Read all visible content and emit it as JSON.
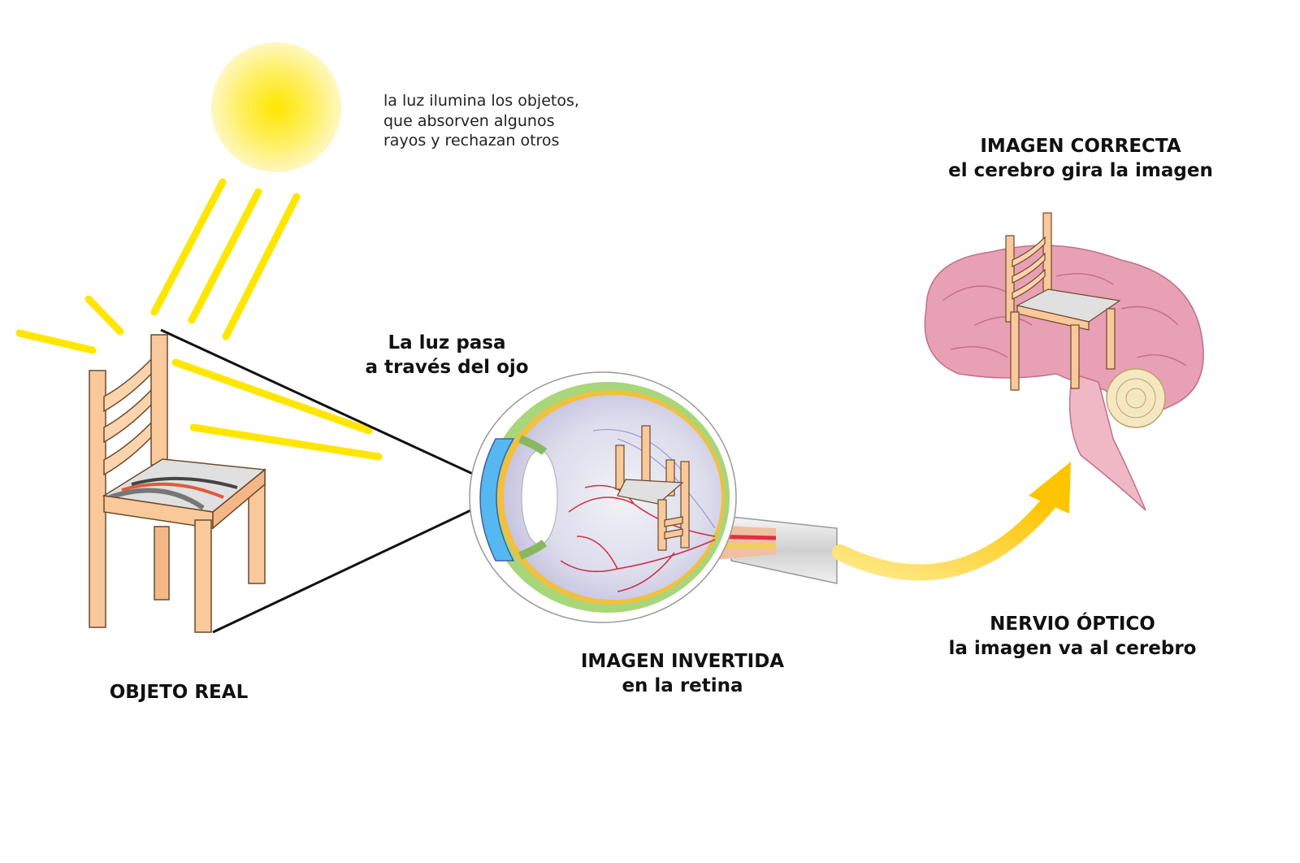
{
  "sun_caption": [
    "la luz ilumina los objetos,",
    "que absorven algunos",
    "rayos y rechazan otros"
  ],
  "light_caption": {
    "line1": "La luz pasa",
    "line2": "a través del ojo"
  },
  "object_caption": "OBJETO REAL",
  "retina_caption": {
    "title": "IMAGEN INVERTIDA",
    "subtitle": "en la retina"
  },
  "nerve_caption": {
    "title": "NERVIO ÓPTICO",
    "subtitle": "la imagen va al cerebro"
  },
  "brain_caption": {
    "title": "IMAGEN CORRECTA",
    "subtitle": "el cerebro gira la imagen"
  },
  "colors": {
    "sun": "#ffe600",
    "ray": "#ffe600",
    "chair_wood": "#f9c99b",
    "chair_outline": "#6b4a2b",
    "eye_blue": "#55b8f0",
    "eye_green": "#a8d67a",
    "brain_pink": "#e8a0b4",
    "arrow": "#ffc400",
    "projection_line": "#111111"
  }
}
